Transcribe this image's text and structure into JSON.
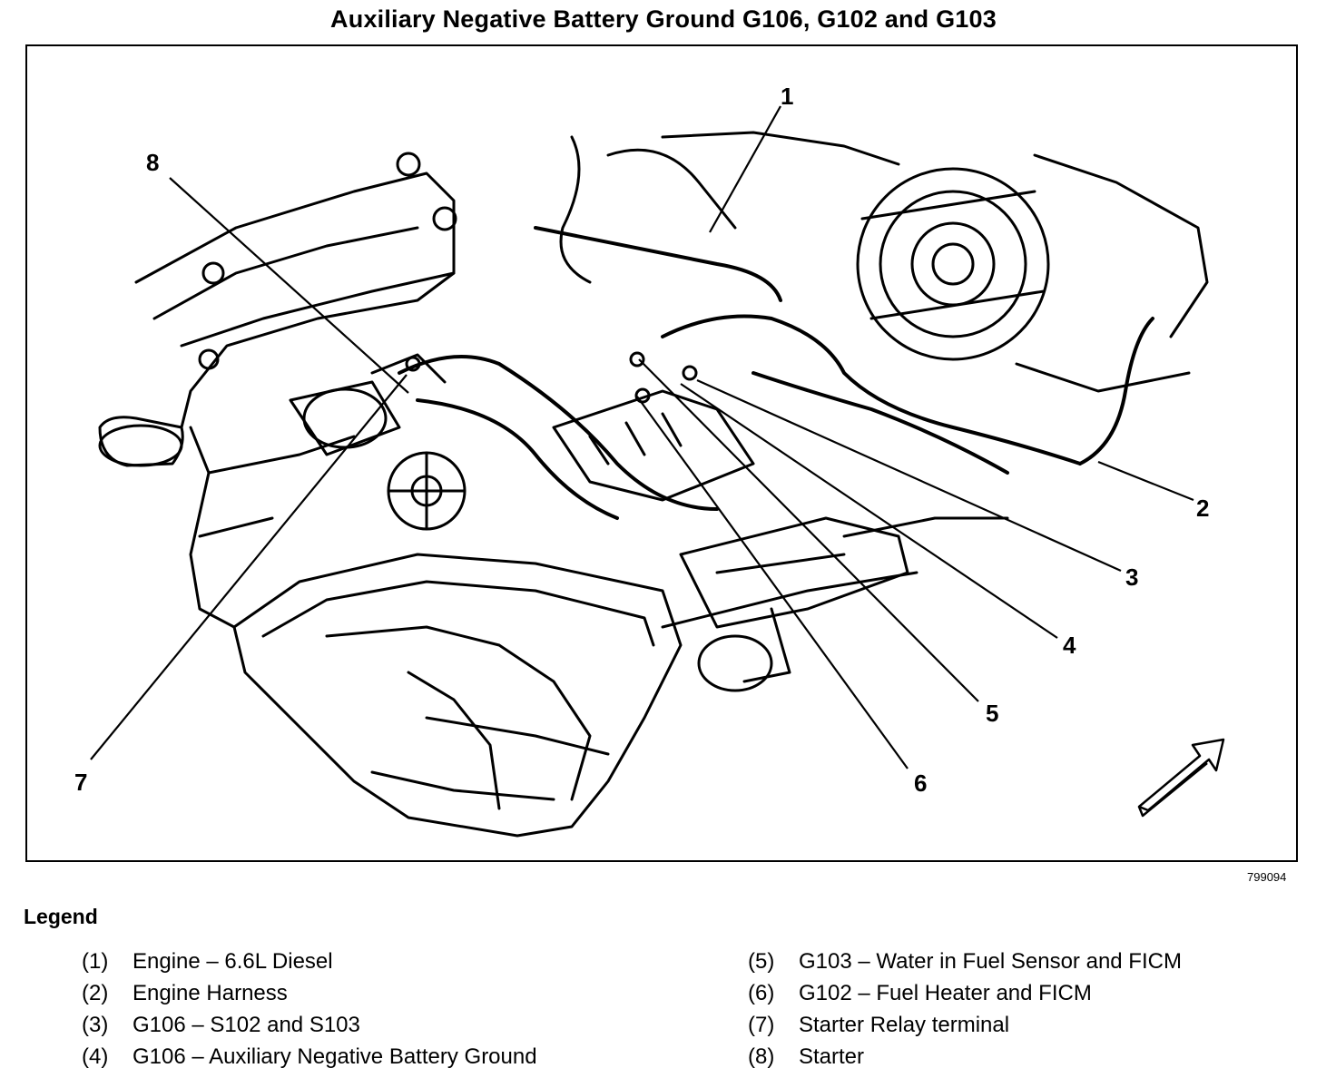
{
  "title": "Auxiliary Negative Battery Ground G106, G102 and G103",
  "figure_id": "799094",
  "legend_heading": "Legend",
  "callouts": [
    "1",
    "2",
    "3",
    "4",
    "5",
    "6",
    "7",
    "8"
  ],
  "legend": [
    {
      "num": "(1)",
      "text": "Engine – 6.6L Diesel"
    },
    {
      "num": "(2)",
      "text": "Engine Harness"
    },
    {
      "num": "(3)",
      "text": "G106 – S102 and S103"
    },
    {
      "num": "(4)",
      "text": "G106 – Auxiliary Negative Battery Ground"
    },
    {
      "num": "(5)",
      "text": "G103 – Water in Fuel Sensor and FICM"
    },
    {
      "num": "(6)",
      "text": "G102 – Fuel Heater and FICM"
    },
    {
      "num": "(7)",
      "text": "Starter Relay terminal"
    },
    {
      "num": "(8)",
      "text": "Starter"
    }
  ],
  "colors": {
    "ink": "#000000",
    "paper": "#ffffff"
  },
  "icons": [
    "front-direction-arrow-icon"
  ]
}
